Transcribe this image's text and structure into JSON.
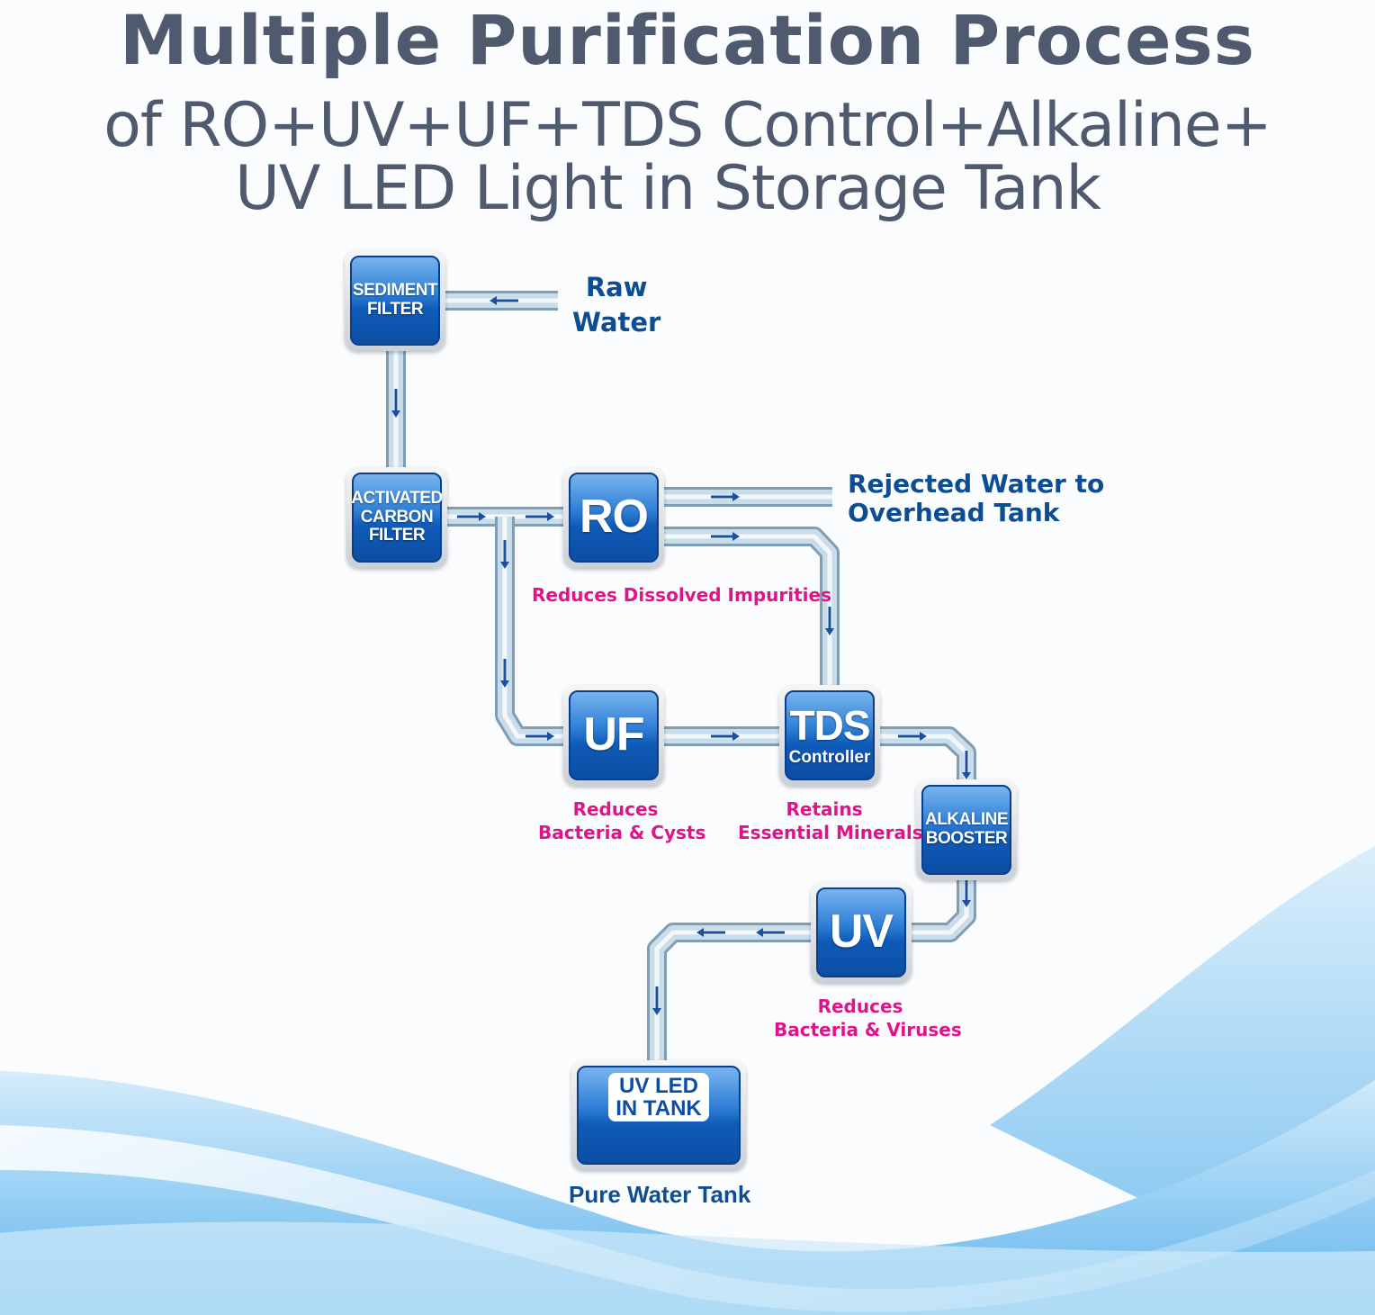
{
  "title": {
    "line1": "Multiple Purification Process",
    "line2": "of RO+UV+UF+TDS Control+Alkaline+",
    "line3": "UV LED Light in Storage Tank"
  },
  "stages": {
    "sediment": [
      "SEDIMENT",
      "FILTER"
    ],
    "carbon": [
      "ACTIVATED",
      "CARBON",
      "FILTER"
    ],
    "ro": "RO",
    "uf": "UF",
    "tds": {
      "main": "TDS",
      "sub": "Controller"
    },
    "alkaline": [
      "ALKALINE",
      "BOOSTER"
    ],
    "uv": "UV",
    "tank": [
      "UV LED",
      "IN TANK"
    ]
  },
  "labels": {
    "raw_water": [
      "Raw",
      "Water"
    ],
    "rejected": [
      "Rejected Water to",
      "Overhead Tank"
    ],
    "ro_desc": "Reduces Dissolved Impurities",
    "uf_desc": [
      "Reduces",
      "Bacteria & Cysts"
    ],
    "tds_desc": [
      "Retains",
      "Essential Minerals"
    ],
    "uv_desc": [
      "Reduces",
      "Bacteria & Viruses"
    ],
    "tank": "Pure Water Tank"
  },
  "colors": {
    "title": "#4f5a6e",
    "box_blue": "#0f5bb8",
    "label_blue": "#0d4d92",
    "desc_pink": "#e0148a",
    "pipe": "#a9c3d6",
    "arrow": "#1d4f9c"
  }
}
